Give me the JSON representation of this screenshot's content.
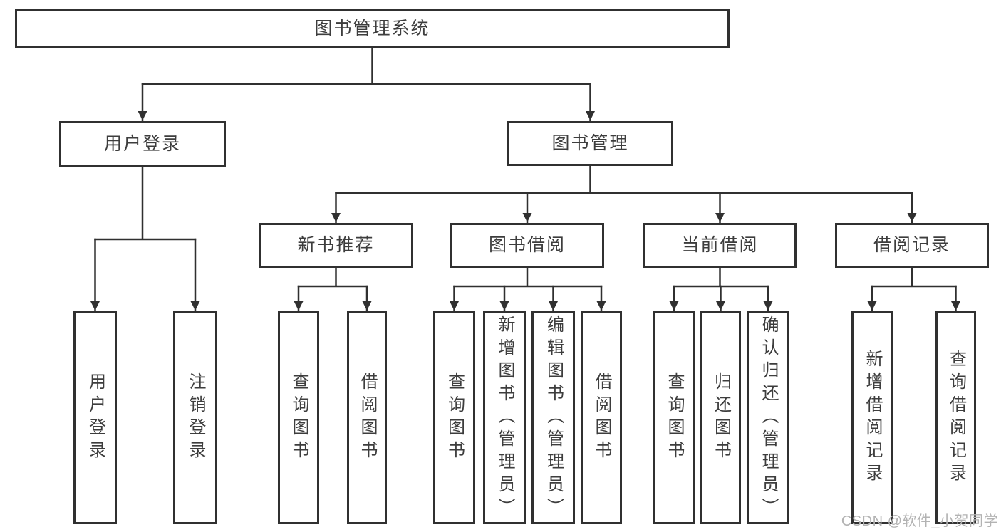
{
  "diagram": {
    "root": {
      "label": "图书管理系统"
    },
    "level2": [
      {
        "label": "用户登录"
      },
      {
        "label": "图书管理"
      }
    ],
    "level3": [
      {
        "label": "新书推荐"
      },
      {
        "label": "图书借阅"
      },
      {
        "label": "当前借阅"
      },
      {
        "label": "借阅记录"
      }
    ],
    "leaves": {
      "user_login": [
        {
          "label": "用户登录"
        },
        {
          "label": "注销登录"
        }
      ],
      "new_book": [
        {
          "label": "查询图书"
        },
        {
          "label": "借阅图书"
        }
      ],
      "book_borrow": [
        {
          "label": "查询图书"
        },
        {
          "label": "新增图书（管理员）"
        },
        {
          "label": "编辑图书（管理员）"
        },
        {
          "label": "借阅图书"
        }
      ],
      "current_borrow": [
        {
          "label": "查询图书"
        },
        {
          "label": "归还图书"
        },
        {
          "label": "确认归还（管理员）"
        }
      ],
      "borrow_record": [
        {
          "label": "新增借阅记录"
        },
        {
          "label": "查询借阅记录"
        }
      ]
    }
  },
  "watermark": {
    "text": "CSDN @软件_小贺同学"
  },
  "colors": {
    "line": "#303030",
    "text": "#3d3d3d",
    "watermark": "#b3b3b3",
    "background": "#ffffff"
  }
}
